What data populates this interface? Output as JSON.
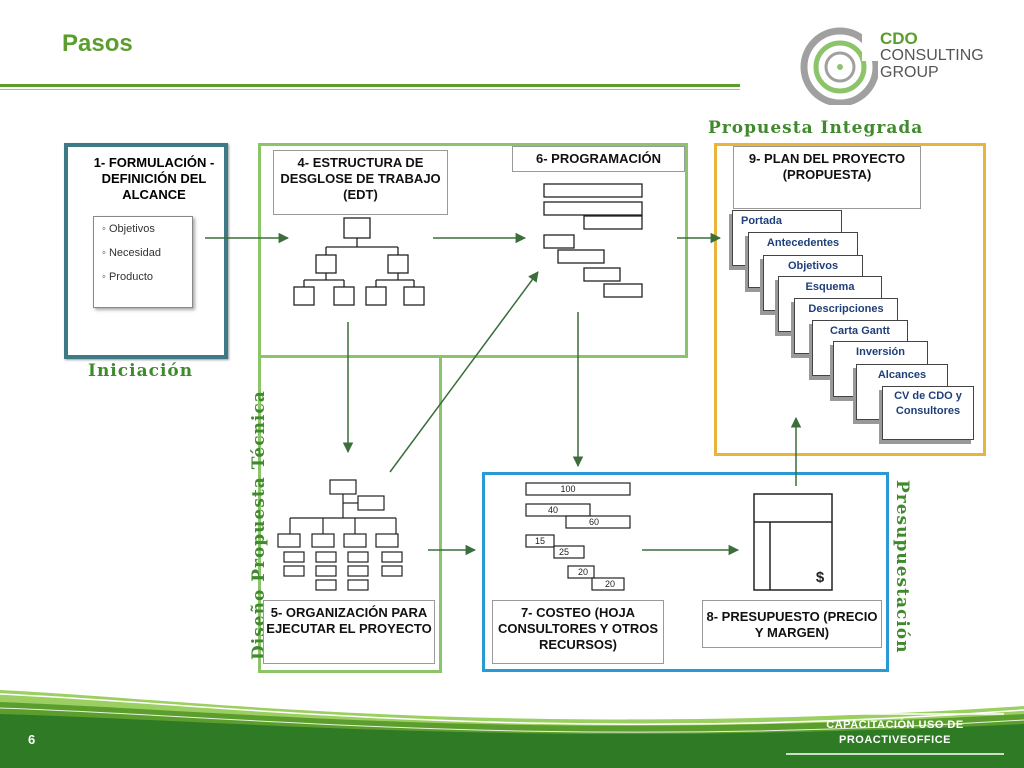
{
  "slide": {
    "title": "Pasos",
    "page_number": "6",
    "footer": "CAPACITACIÓN USO DE PROACTIVEOFFICE"
  },
  "logo": {
    "line1": "CDO",
    "line2": "CONSULTING",
    "line3": "GROUP"
  },
  "phases": {
    "iniciacion": "Iniciación",
    "diseno": "Diseño Propuesta Técnica",
    "integrada": "Propuesta Integrada",
    "presupuestacion": "Presupuestación"
  },
  "steps": {
    "s1": "1- FORMULACIÓN - DEFINICIÓN DEL ALCANCE",
    "s4": "4- ESTRUCTURA DE DESGLOSE DE TRABAJO (EDT)",
    "s5": "5- ORGANIZACIÓN PARA EJECUTAR EL PROYECTO",
    "s6": "6- PROGRAMACIÓN",
    "s7": "7- COSTEO (HOJA CONSULTORES Y OTROS RECURSOS)",
    "s8": "8- PRESUPUESTO (PRECIO Y MARGEN)",
    "s9": "9- PLAN DEL PROYECTO (PROPUESTA)"
  },
  "scope_items": [
    "Objetivos",
    "Necesidad",
    "Producto"
  ],
  "plan_sections": [
    "Portada",
    "Antecedentes",
    "Objetivos",
    "Esquema",
    "Descripciones",
    "Carta Gantt",
    "Inversión",
    "Alcances",
    "CV de CDO y Consultores"
  ],
  "cost_values": [
    "100",
    "40",
    "60",
    "15",
    "25",
    "20",
    "20"
  ],
  "currency_symbol": "$",
  "colors": {
    "green": "#5c9e2e",
    "phase_green": "#3f8a2c",
    "iniciacion_border": "#3d7a86",
    "integrada_border": "#e8b53a",
    "presupuesto_border": "#2a9ad6",
    "diseno_border": "#8cc46a",
    "card_text": "#1f3f7a"
  }
}
